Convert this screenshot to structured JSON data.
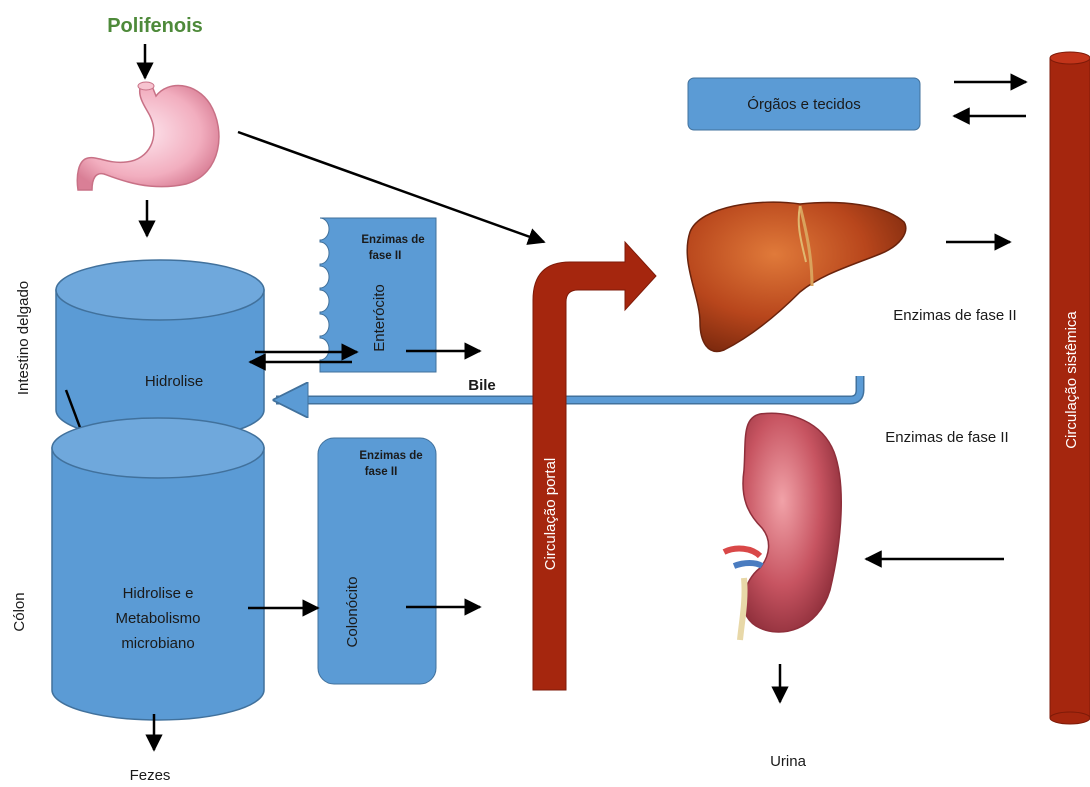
{
  "title": "Polifenois",
  "organs_box": "Órgãos e tecidos",
  "enzyme_enterocyte_line1": "Enzimas de",
  "enzyme_enterocyte_line2": "fase II",
  "enterocyte": "Enterócito",
  "intestine_label": "Intestino delgado",
  "hydrolysis": "Hidrolise",
  "bile": "Bile",
  "portal": "Circulação portal",
  "systemic": "Circulação sistêmica",
  "liver_enzymes": "Enzimas de fase II",
  "kidney_enzymes": "Enzimas de fase II",
  "colon_label": "Cólon",
  "colon_process_line1": "Hidrolise e",
  "colon_process_line2": "Metabolismo",
  "colon_process_line3": "microbiano",
  "enzyme_colonocyte_line1": "Enzimas de",
  "enzyme_colonocyte_line2": "fase II",
  "colonocyte": "Colonócito",
  "feces": "Fezes",
  "urine": "Urina",
  "colors": {
    "blue": "#5b9bd5",
    "blue_edge": "#41719c",
    "portal_red": "#a5260e",
    "title_green": "#4e8a3a"
  }
}
